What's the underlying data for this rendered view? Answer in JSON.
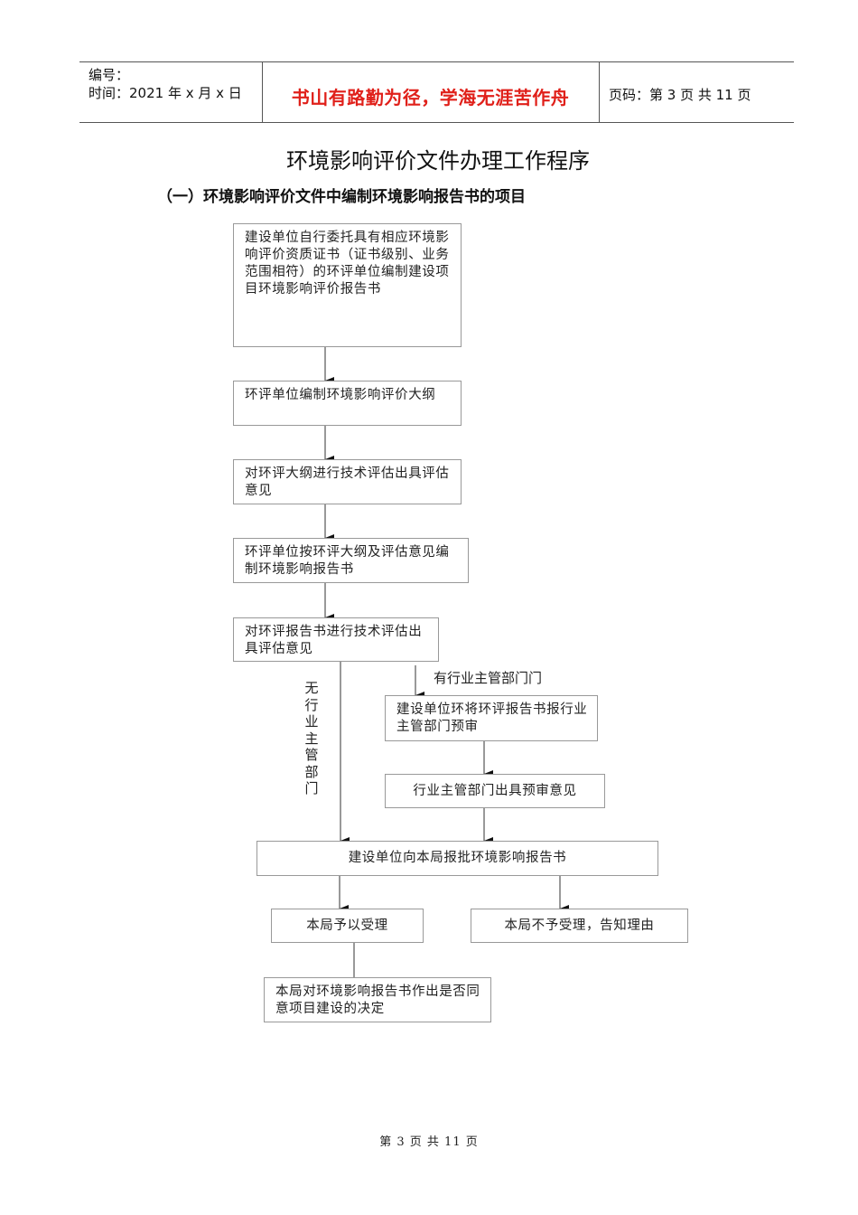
{
  "header": {
    "number_label": "编号：",
    "time_label": "时间：2021 年 x 月 x 日",
    "motto": "书山有路勤为径，学海无涯苦作舟",
    "page_label": "页码：第 3 页  共 11 页"
  },
  "title": "环境影响评价文件办理工作程序",
  "section": "（一）环境影响评价文件中编制环境影响报告书的项目",
  "flow": {
    "step1": "建设单位自行委托具有相应环境影响评价资质证书（证书级别、业务范围相符）的环评单位编制建设项目环境影响评价报告书",
    "step2": "环评单位编制环境影响评价大纲",
    "step3": "对环评大纲进行技术评估出具评估意见",
    "step4": "环评单位按环评大纲及评估意见编制环境影响报告书",
    "step5": "对环评报告书进行技术评估出具评估意见",
    "branch_with_dept": "有行业主管部门门",
    "branch_no_dept": "无行业主管部门",
    "step6": "建设单位环将环评报告书报行业主管部门预审",
    "step7": "行业主管部门出具预审意见",
    "step8": "建设单位向本局报批环境影响报告书",
    "accept": "本局予以受理",
    "reject": "本局不予受理，告知理由",
    "decision": "本局对环境影响报告书作出是否同意项目建设的决定"
  },
  "footer": "第 3 页 共 11 页"
}
